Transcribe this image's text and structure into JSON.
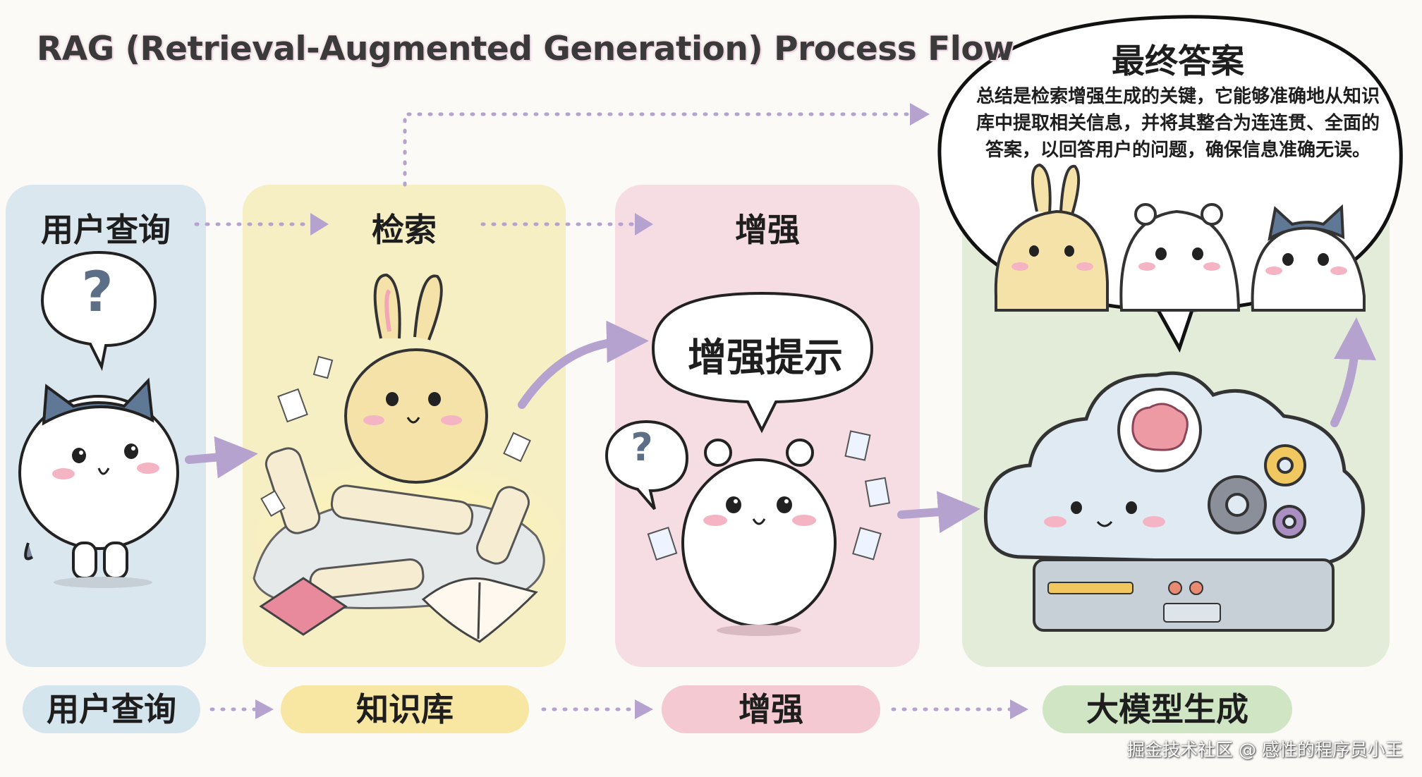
{
  "title": "RAG (Retrieval-Augmented Generation) Process Flow",
  "stages": [
    {
      "title": "用户查询",
      "bubble": "?"
    },
    {
      "title": "检索"
    },
    {
      "title": "增强",
      "bubble": "增强提示",
      "small_bubble": "?"
    },
    {
      "title": "最终答案",
      "answer": "总结是检索增强生成的关键，它能够准确地从知识库中提取相关信息，并将其整合为连连贯、全面的答案，以回答用户的问题，确保信息准确无误。"
    }
  ],
  "bottom_flow": [
    "用户查询",
    "知识库",
    "增强",
    "大模型生成"
  ],
  "watermark": "掘金技术社区 @ 感性的程序员小王",
  "colors": {
    "query": "#dbe7ee",
    "retrieval": "#f7efc4",
    "augment": "#f5dde3",
    "generation": "#e2ecd9",
    "arrow": "#b6a2cf"
  },
  "icons": [
    "question-icon",
    "bunny-character",
    "scroll-icon",
    "book-icon",
    "bear-character",
    "cat-character",
    "cloud-server-icon",
    "brain-icon",
    "gear-icon"
  ]
}
